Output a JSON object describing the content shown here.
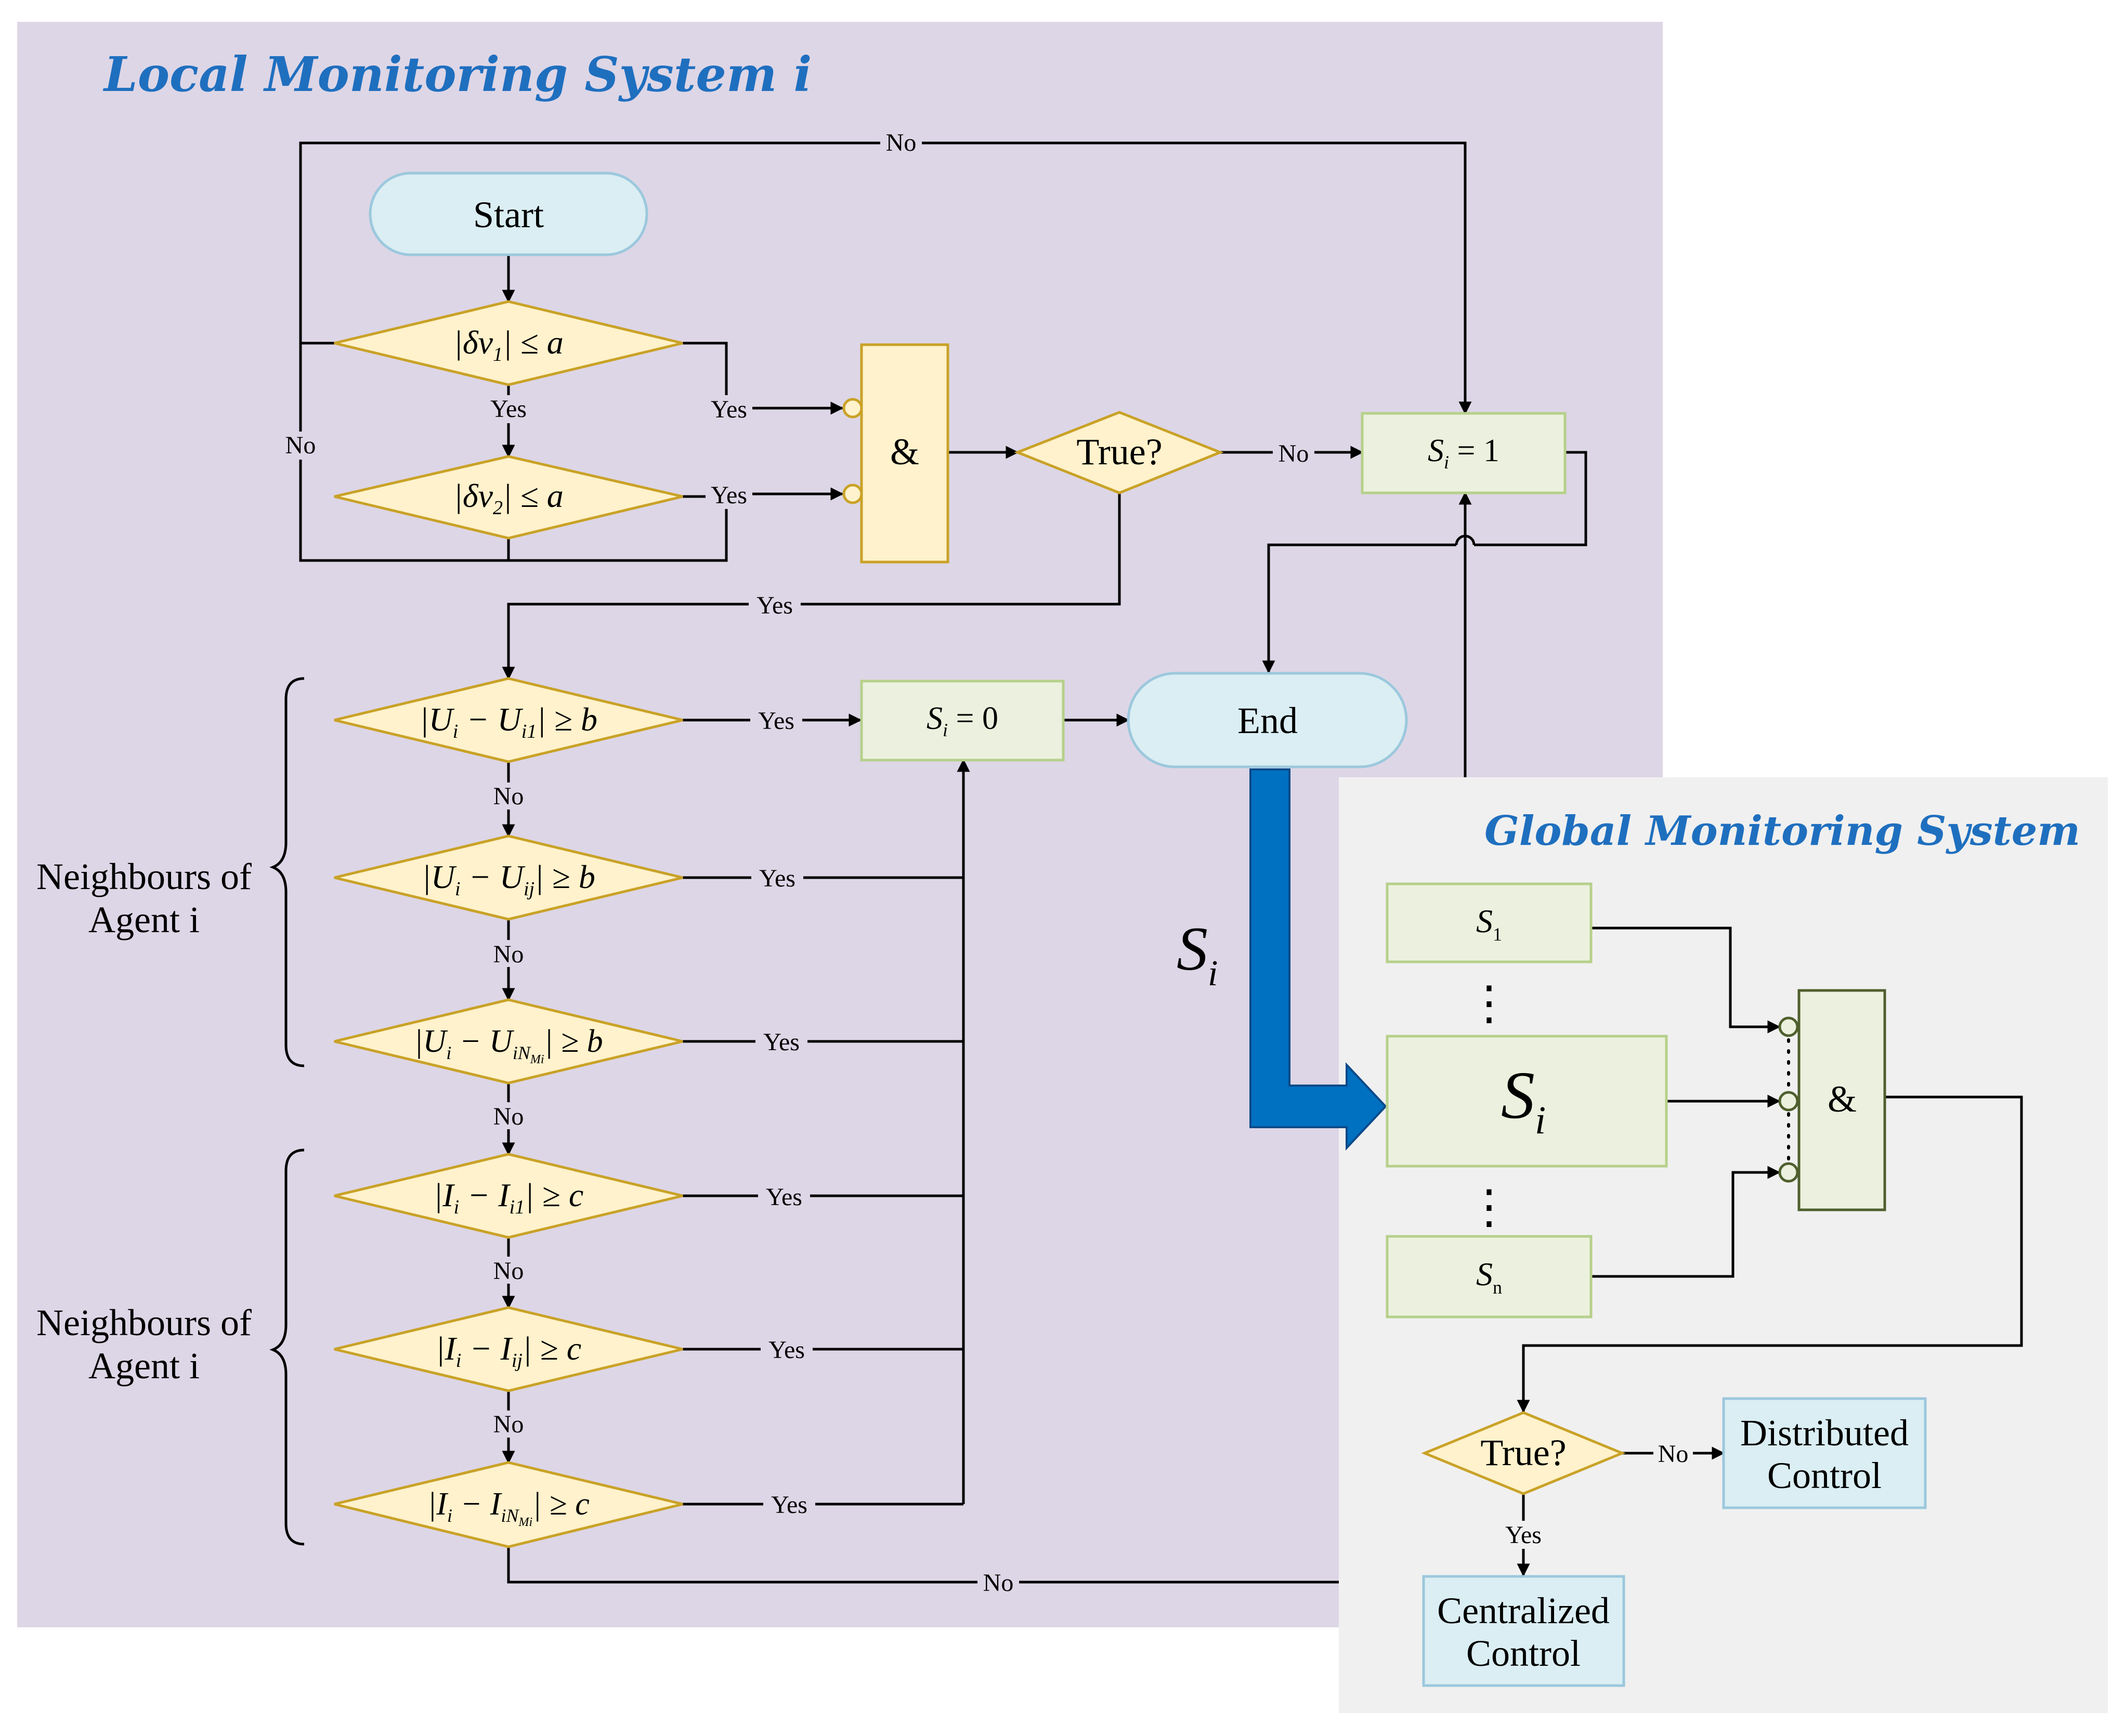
{
  "local_title": "Local Monitoring System i",
  "global_title": "Global Monitoring System",
  "start": "Start",
  "end": "End",
  "and_symbol": "&",
  "true_q": "True?",
  "yes": "Yes",
  "no": "No",
  "neighbours_label_line1": "Neighbours of",
  "neighbours_label_line2": "Agent i",
  "cond_v1": {
    "pre": "|δv",
    "sub": "1",
    "post": "| ≤ a"
  },
  "cond_v2": {
    "pre": "|δv",
    "sub": "2",
    "post": "| ≤ a"
  },
  "cond_u1": {
    "a": "|U",
    "asub": "i",
    "b": " − U",
    "bsub": "i1",
    "post": "| ≥ b"
  },
  "cond_uj": {
    "a": "|U",
    "asub": "i",
    "b": " − U",
    "bsub": "ij",
    "post": "| ≥ b"
  },
  "cond_un": {
    "a": "|U",
    "asub": "i",
    "b": " − U",
    "bsub": "iN",
    "bsubsub": "Mi",
    "post": "| ≥ b"
  },
  "cond_i1": {
    "a": "|I",
    "asub": "i",
    "b": " − I",
    "bsub": "i1",
    "post": "| ≥ c"
  },
  "cond_ij": {
    "a": "|I",
    "asub": "i",
    "b": " − I",
    "bsub": "ij",
    "post": "| ≥ c"
  },
  "cond_in": {
    "a": "|I",
    "asub": "i",
    "b": " − I",
    "bsub": "iN",
    "bsubsub": "Mi",
    "post": "| ≥ c"
  },
  "si_one": {
    "s": "S",
    "sub": "i",
    "rest": " = 1"
  },
  "si_zero": {
    "s": "S",
    "sub": "i",
    "rest": " = 0"
  },
  "si_arrow": {
    "s": "S",
    "sub": "i"
  },
  "global_s1": {
    "s": "S",
    "sub": "1"
  },
  "global_si": {
    "s": "S",
    "sub": "i"
  },
  "global_sn": {
    "s": "S",
    "sub": "n"
  },
  "vdots": "⋮",
  "distributed_line1": "Distributed",
  "distributed_line2": "Control",
  "centralized_line1": "Centralized",
  "centralized_line2": "Control",
  "colors": {
    "local_bg": "#ddd6e6",
    "global_bg": "#f0f0f0",
    "diamond_fill": "#fff2cc",
    "diamond_stroke": "#c9a227",
    "green_fill": "#ebf1de",
    "green_stroke": "#b6d08a",
    "terminal_fill": "#daeef3",
    "terminal_stroke": "#9cc8dd",
    "big_arrow": "#0070c0",
    "title": "#1f6fbf"
  }
}
